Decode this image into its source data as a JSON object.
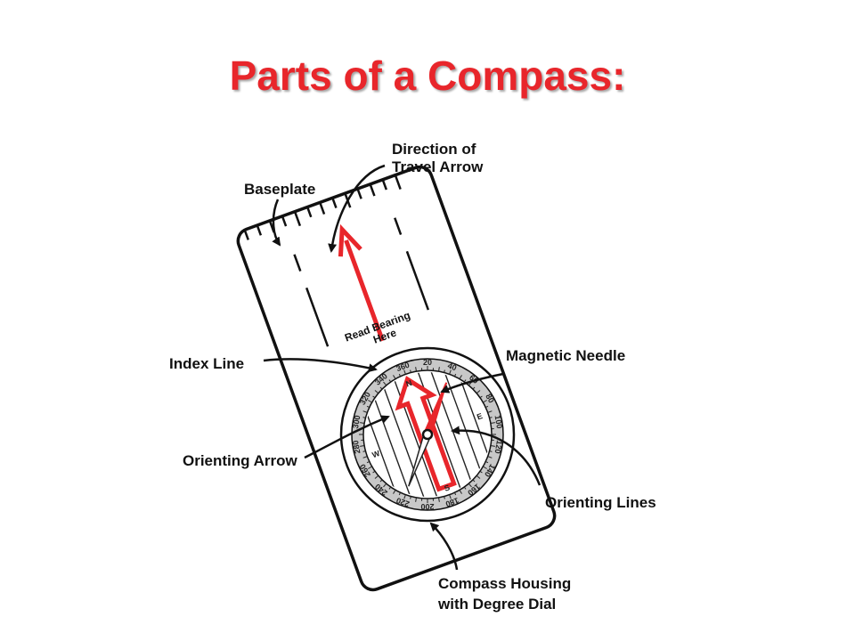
{
  "title": "Parts of a Compass:",
  "colors": {
    "title": "#e8262b",
    "arrow": "#e8262b",
    "outline": "#111111",
    "dial": "#c8c8c8"
  },
  "labels": {
    "direction_of_travel_1": "Direction of",
    "direction_of_travel_2": "Travel Arrow",
    "baseplate": "Baseplate",
    "index_line": "Index Line",
    "magnetic_needle": "Magnetic Needle",
    "orienting_arrow": "Orienting Arrow",
    "orienting_lines": "Orienting Lines",
    "compass_housing_1": "Compass Housing",
    "compass_housing_2": "with Degree Dial",
    "read_bearing_1": "Read Bearing",
    "read_bearing_2": "Here"
  },
  "dial": {
    "degrees": [
      "360",
      "20",
      "40",
      "60",
      "80",
      "100",
      "120",
      "140",
      "160",
      "180",
      "200",
      "220",
      "240",
      "260",
      "280",
      "300",
      "320",
      "340"
    ],
    "cardinals": [
      "N",
      "E",
      "S",
      "W"
    ]
  }
}
